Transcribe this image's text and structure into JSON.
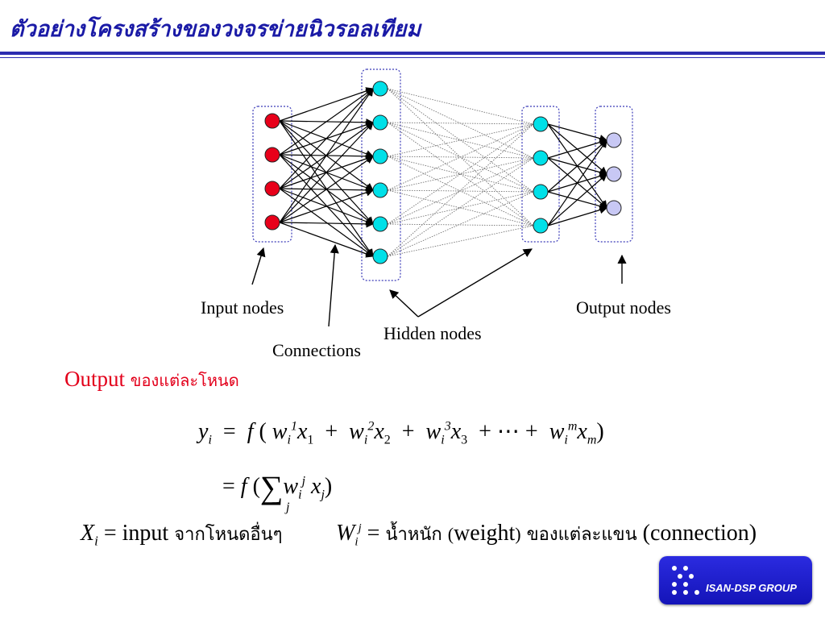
{
  "title": "ตัวอย่างโครงสร้างของวงจรข่ายนิวรอลเทียม",
  "network": {
    "layers": [
      {
        "name": "input",
        "count": 4,
        "color": "#e8001a"
      },
      {
        "name": "hidden-1",
        "count": 6,
        "color": "#00e0e8"
      },
      {
        "name": "hidden-2",
        "count": 4,
        "color": "#00e0e8"
      },
      {
        "name": "output",
        "count": 3,
        "color": "#c8c8f4"
      }
    ],
    "box_color": "#3a3ab8"
  },
  "labels": {
    "input_nodes": "Input nodes",
    "connections": "Connections",
    "hidden_nodes": "Hidden nodes",
    "output_nodes": "Output nodes"
  },
  "output_heading": {
    "en": "Output",
    "th": "ของแต่ละโหนด"
  },
  "equation": {
    "line1": {
      "lhs": "y",
      "lhs_sub": "i",
      "f": "f",
      "w": "w",
      "x": "x",
      "terms": [
        {
          "sup": "1",
          "sub": "i",
          "xsub": "1"
        },
        {
          "sup": "2",
          "sub": "i",
          "xsub": "2"
        },
        {
          "sup": "3",
          "sub": "i",
          "xsub": "3"
        }
      ],
      "dots": "⋯",
      "last": {
        "sup": "m",
        "sub": "i",
        "xsub": "m"
      }
    },
    "line2": {
      "sum_sub": "j",
      "w_sup": "j",
      "w_sub": "i",
      "x_sub": "j"
    }
  },
  "definitions": {
    "X": "X",
    "X_sub": "i",
    "x_def_en": "input",
    "x_def_th": "จากโหนดอื่นๆ",
    "W": "W",
    "W_sup": "j",
    "W_sub": "i",
    "w_def_th1": "น้ำหนัก",
    "w_def_en": "weight",
    "w_def_th2": "ของแต่ละแขน",
    "w_def_en2": "(connection)"
  },
  "logo": {
    "text": "ISAN-DSP GROUP",
    "bg": "#1f1fd0"
  }
}
